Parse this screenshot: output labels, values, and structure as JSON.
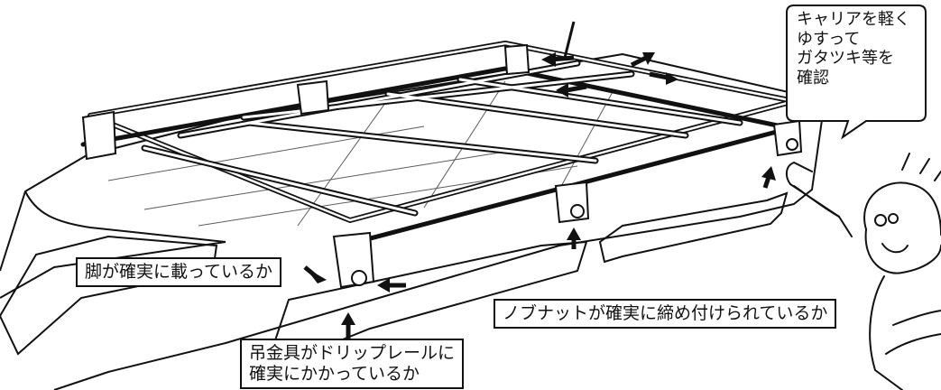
{
  "callouts": {
    "feet": "脚が確実に載っているか",
    "nut": "ノブナットが確実に締め付けられているか",
    "hook_line1": "吊金具がドリップレールに",
    "hook_line2": "確実にかかっているか"
  },
  "speech_bubble": {
    "line1": "キャリアを軽く",
    "line2": "ゆすって",
    "line3": "ガタツキ等を",
    "line4": "確認"
  }
}
